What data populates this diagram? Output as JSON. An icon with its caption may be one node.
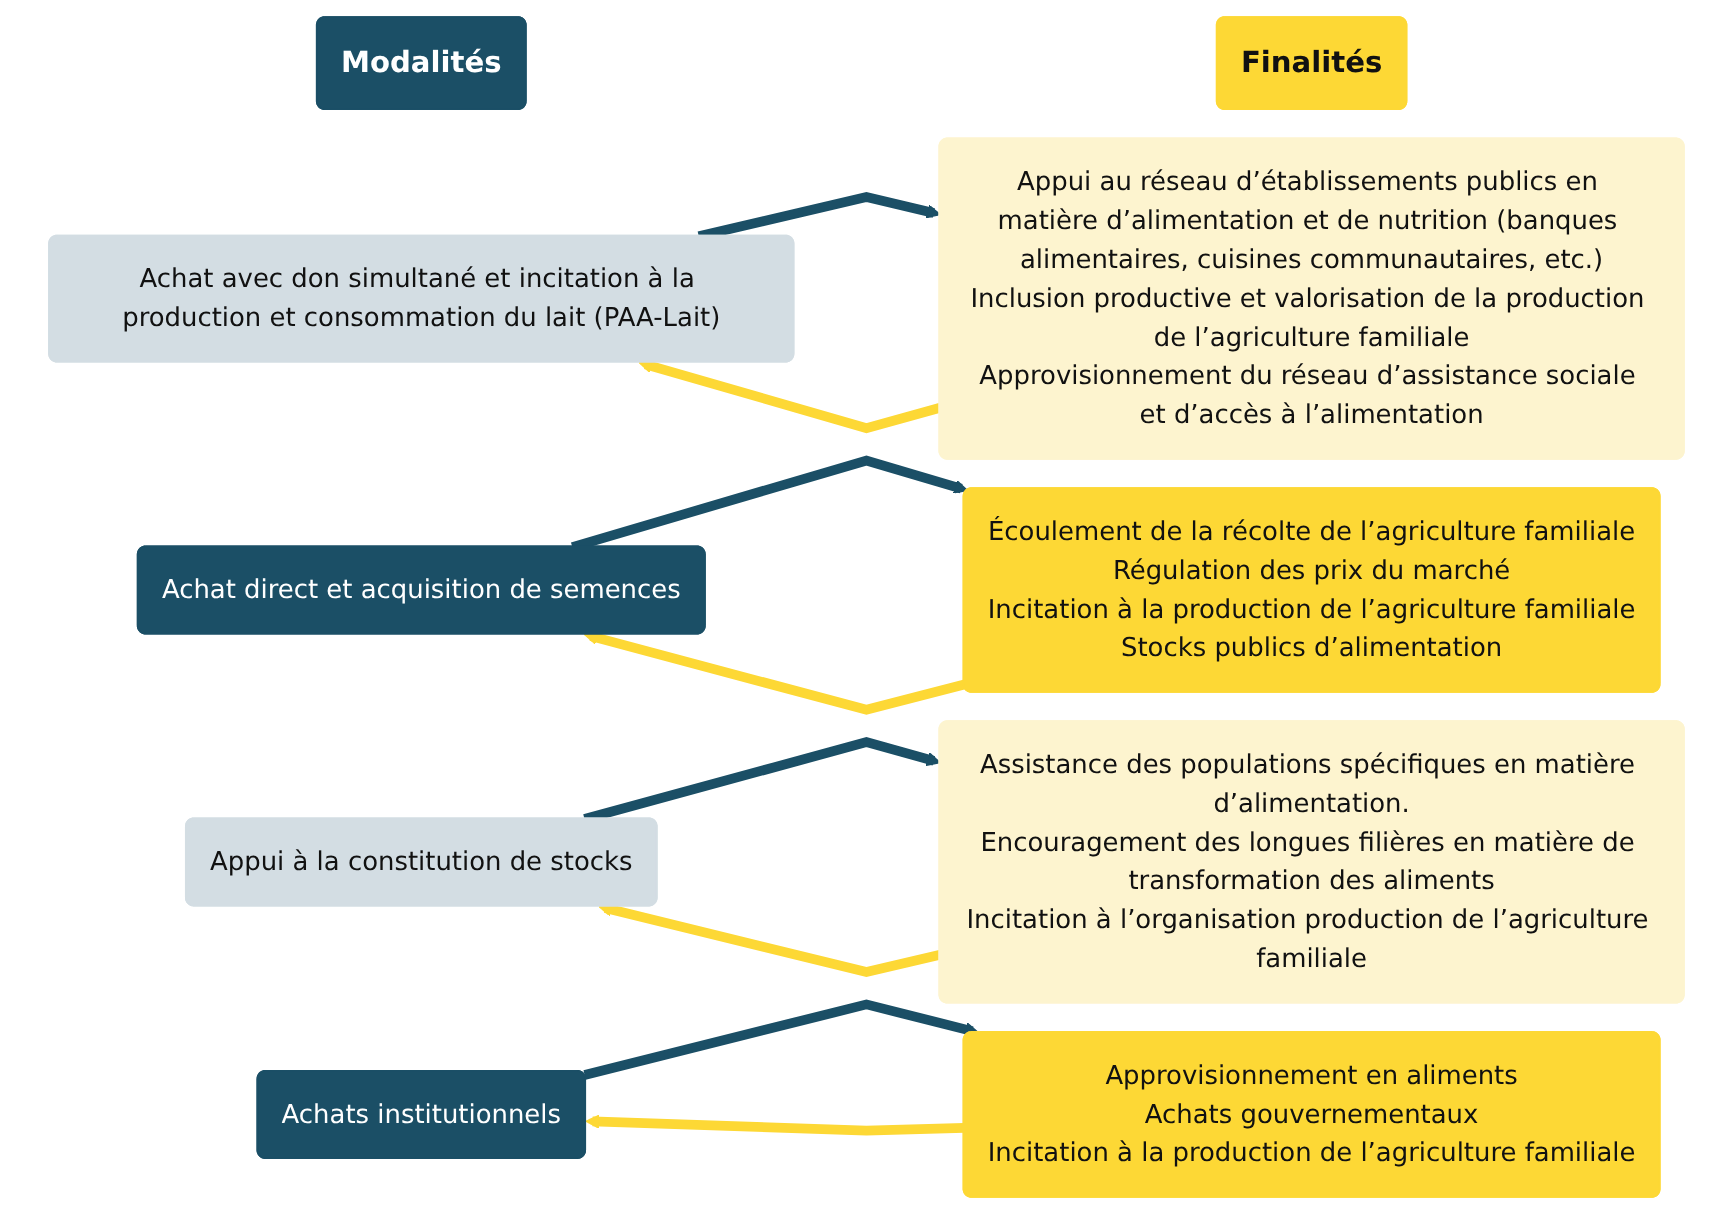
{
  "diagram": {
    "nodes": [
      {
        "text": [
          "Modalités"
        ]
      },
      {
        "text": [
          "Finalités"
        ]
      },
      {
        "text": [
          "Achat avec don simultané et incitation à la production et consommation du lait (PAA-Lait)"
        ]
      },
      {
        "text": [
          "Appui au réseau d’établissements publics en matière d’alimentation et de nutrition (banques alimentaires, cuisines communautaires, etc.)",
          "Inclusion productive et valorisation de la production de l’agriculture familiale",
          "Approvisionnement du réseau d’assistance sociale et d’accès à l’alimentation"
        ]
      },
      {
        "text": [
          "Achat direct et acquisition de semences"
        ]
      },
      {
        "text": [
          "Écoulement de la récolte de l’agriculture familiale",
          "Régulation des prix du marché",
          "Incitation à la production de l’agriculture familiale",
          "Stocks publics d’alimentation"
        ]
      },
      {
        "text": [
          "Appui à la constitution de stocks"
        ]
      },
      {
        "text": [
          "Assistance des populations spécifiques en matière d’alimentation.",
          "Encouragement des longues filières en matière de transformation des aliments",
          "Incitation à l’organisation production de l’agriculture familiale"
        ]
      },
      {
        "text": [
          "Achats institutionnels"
        ]
      },
      {
        "text": [
          "Approvisionnement en aliments",
          "Achats gouvernementaux",
          "Incitation à la production de l’agriculture familiale"
        ]
      }
    ],
    "edges": [
      {
        "from": 2,
        "to": 3,
        "arrow": "to",
        "color": "#1b4f66"
      },
      {
        "from": 3,
        "to": 2,
        "arrow": "to",
        "color": "#fdd835"
      },
      {
        "from": 4,
        "to": 5,
        "arrow": "to",
        "color": "#1b4f66"
      },
      {
        "from": 5,
        "to": 4,
        "arrow": "to",
        "color": "#fdd835"
      },
      {
        "from": 6,
        "to": 7,
        "arrow": "to",
        "color": "#1b4f66"
      },
      {
        "from": 7,
        "to": 6,
        "arrow": "to",
        "color": "#fdd835"
      },
      {
        "from": 8,
        "to": 9,
        "arrow": "to",
        "color": "#1b4f66"
      },
      {
        "from": 9,
        "to": 8,
        "arrow": "to",
        "color": "#fdd835"
      }
    ]
  }
}
